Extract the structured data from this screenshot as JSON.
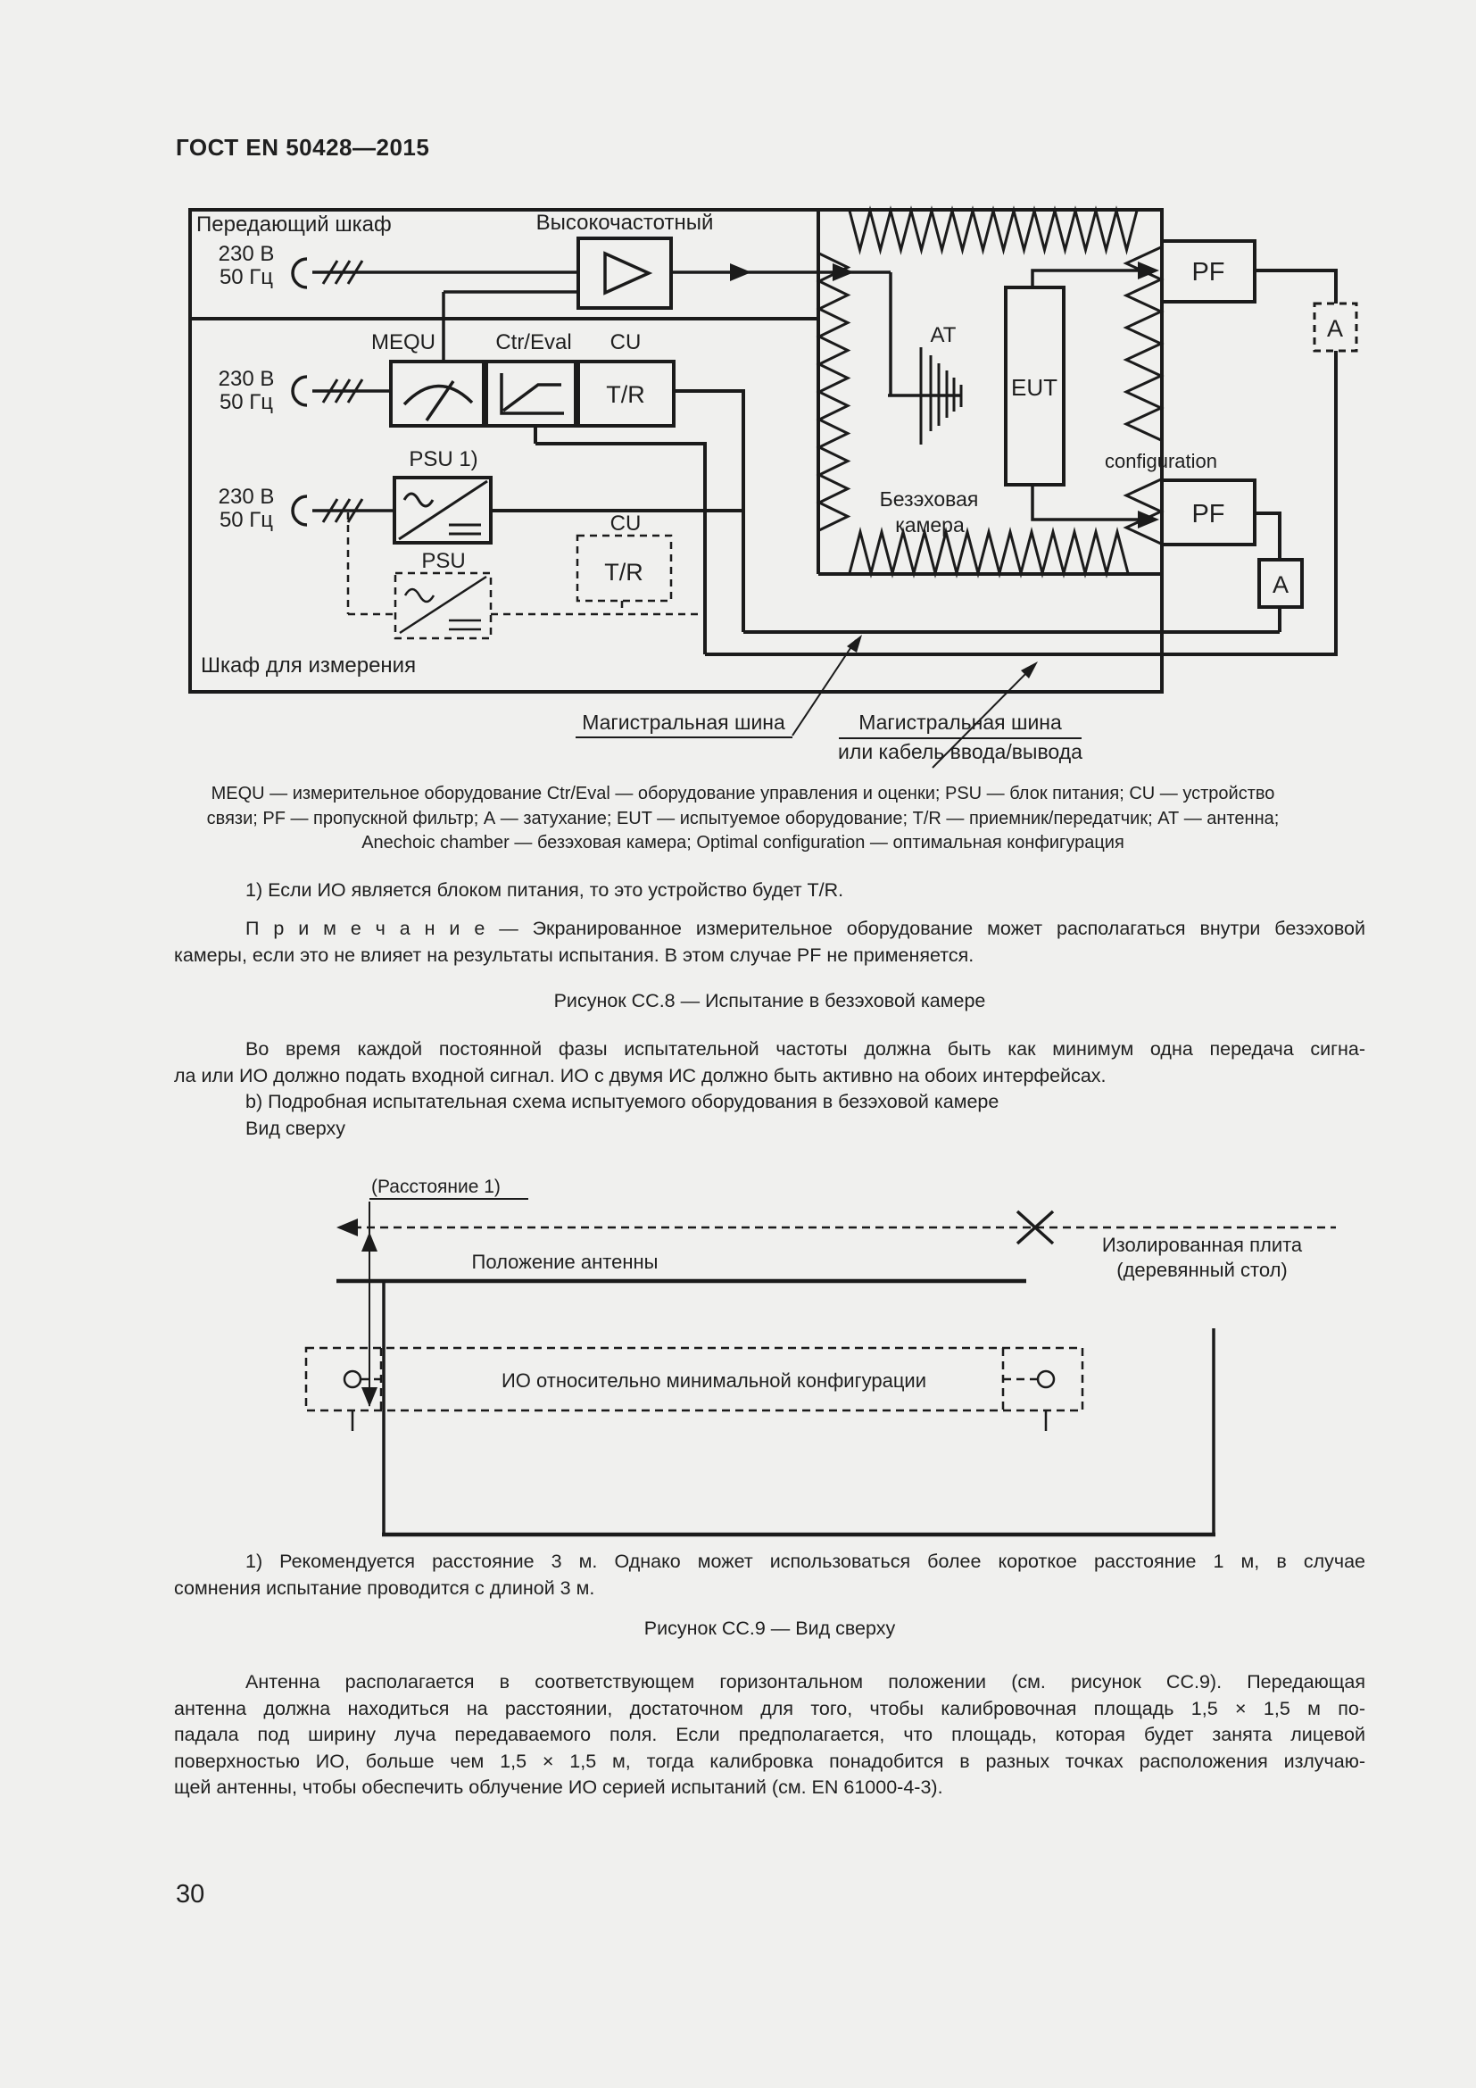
{
  "page": {
    "title": "ГОСТ EN 50428—2015",
    "number": "30"
  },
  "figure_cc8": {
    "transmitting_cabinet": "Передающий шкаф",
    "hf_amplifier": "Высокочастотный",
    "mains_v": "230 В",
    "mains_hz": "50 Гц",
    "mequ": "MEQU",
    "ctr_eval": "Ctr/Eval",
    "cu": "CU",
    "tr": "T/R",
    "psu1": "PSU 1)",
    "psu": "PSU",
    "cu2": "CU",
    "tr2": "T/R",
    "measuring_cabinet": "Шкаф для измерения",
    "at": "AT",
    "eut": "EUT",
    "chamber_line1": "Безэховая",
    "chamber_line2": "камера",
    "configuration": "configuration",
    "pf": "PF",
    "a": "A",
    "bus1": "Магистральная шина",
    "bus2_line1": "Магистральная шина",
    "bus2_line2": "или кабель ввода/вывода"
  },
  "legend_lines": {
    "l1": "MEQU — измерительное оборудование Ctr/Eval — оборудование управления и оценки; PSU — блок питания; CU — устройство",
    "l2": "связи; PF — пропускной фильтр; А — затухание; EUT — испытуемое оборудование; T/R — приемник/передатчик; АТ — антенна;",
    "l3": "Anechoic chamber — безэховая камера; Optimal configuration — оптимальная конфигурация"
  },
  "footnote1": "1) Если ИО является блоком питания, то это устройство будет T/R.",
  "note_lines": {
    "l1": "П р и м е ч а н и е  —  Экранированное измерительное оборудование может располагаться внутри безэховой",
    "l2": "камеры, если это не влияет на результаты испытания. В этом случае PF не применяется."
  },
  "caption_cc8": "Рисунок СС.8 — Испытание в безэховой камере",
  "para1_lines": {
    "l1": "Во время каждой постоянной фазы испытательной частоты должна быть как минимум одна передача сигна-",
    "l2": "ла или ИО должно подать входной сигнал. ИО с двумя ИС должно быть активно на обоих интерфейсах.",
    "l3": "b) Подробная испытательная схема испытуемого оборудования в безэховой камере",
    "l4": "Вид сверху"
  },
  "figure_cc9": {
    "distance": "(Расстояние 1)",
    "antenna_pos": "Положение антенны",
    "plate_line1": "Изолированная плита",
    "plate_line2": "(деревянный стол)",
    "eut_label": "ИО относительно минимальной конфигурации"
  },
  "footnote2_lines": {
    "l1": "1) Рекомендуется расстояние 3 м. Однако может использоваться более короткое расстояние 1 м, в случае",
    "l2": "сомнения испытание проводится с длиной 3 м."
  },
  "caption_cc9": "Рисунок СС.9 — Вид сверху",
  "para2_lines": {
    "l1": "Антенна располагается в соответствующем горизонтальном положении (см. рисунок СС.9). Передающая",
    "l2": "антенна должна находиться на расстоянии, достаточном для того, чтобы калибровочная площадь 1,5 × 1,5 м по-",
    "l3": "падала под ширину луча передаваемого поля. Если предполагается, что площадь, которая будет занята лицевой",
    "l4": "поверхностью ИО, больше чем 1,5 × 1,5 м, тогда калибровка понадобится в разных точках расположения излучаю-",
    "l5": "щей антенны, чтобы обеспечить облучение ИО серией испытаний (см. EN 61000-4-3)."
  }
}
